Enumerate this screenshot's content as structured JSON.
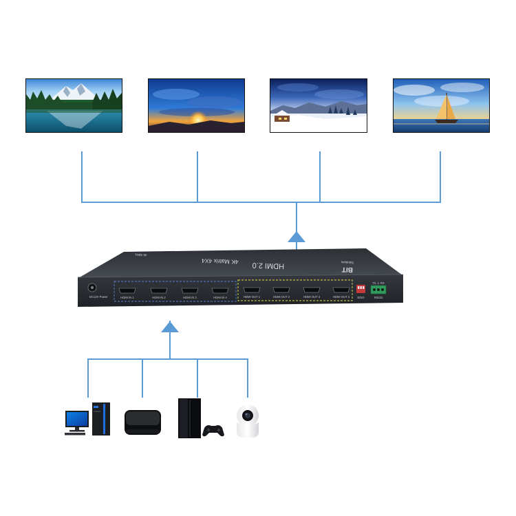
{
  "colors": {
    "connector": "#5b9bd5",
    "device_body": "#2b2e33",
    "device_top": "#3b3f45",
    "input_group_outline": "#5b7fd6",
    "output_group_outline": "#e8df4a",
    "background": "#ffffff"
  },
  "displays": [
    {
      "scene": "mountain-lake"
    },
    {
      "scene": "sunset-sky"
    },
    {
      "scene": "snow-landscape"
    },
    {
      "scene": "sailboat-sea"
    }
  ],
  "device": {
    "top_title": "HDMI 2.0",
    "top_subtitle": "4K Matrix 4X4",
    "top_badge": "4K 60Hz",
    "brand": "BIT",
    "brand_sub": "Solutions",
    "power_label": "DC12V Power",
    "inputs": [
      {
        "label": "HDMI IN 1"
      },
      {
        "label": "HDMI IN 2"
      },
      {
        "label": "HDMI IN 3"
      },
      {
        "label": "HDMI IN 4"
      }
    ],
    "outputs": [
      {
        "label": "HDMI OUT 1"
      },
      {
        "label": "HDMI OUT 2"
      },
      {
        "label": "HDMI OUT 3"
      },
      {
        "label": "HDMI OUT 4"
      }
    ],
    "edid_label": "EDID",
    "rs232_top_label": "TX  ⏚  RX",
    "rs232_label": "RS232"
  },
  "sources": [
    {
      "icon": "desktop-computer-icon"
    },
    {
      "icon": "tv-box-icon"
    },
    {
      "icon": "game-console-icon"
    },
    {
      "icon": "security-camera-icon"
    }
  ]
}
